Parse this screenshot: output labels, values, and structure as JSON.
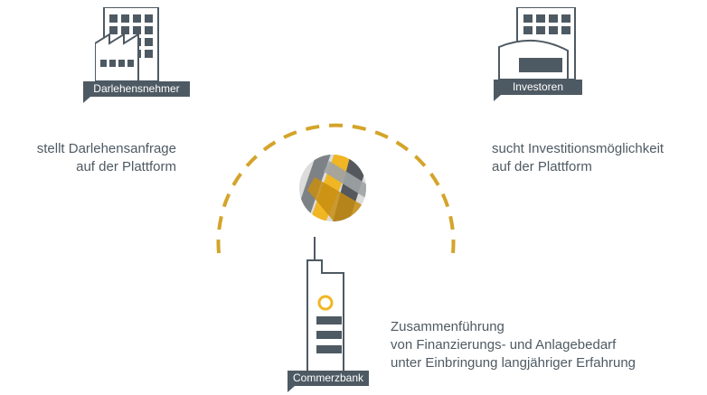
{
  "nodes": {
    "borrower": {
      "label": "Darlehensnehmer",
      "description": [
        "stellt Darlehensanfrage",
        "auf der Plattform"
      ]
    },
    "investor": {
      "label": "Investoren",
      "description": [
        "sucht Investitionsmöglichkeit",
        "auf der Plattform"
      ]
    },
    "bank": {
      "label": "Commerzbank",
      "description": [
        "Zusammenführung",
        "von Finanzierungs- und Anlagebedarf",
        "unter Einbringung langjähriger Erfahrung"
      ]
    }
  },
  "colors": {
    "dash": "#d4a42a",
    "slate": "#4e5a63",
    "gold": "#f0b623",
    "grey": "#6f7478",
    "light": "#dcdcdc"
  },
  "icons": {
    "borrower": "factory-building-icon",
    "investor": "office-building-icon",
    "bank": "commerzbank-tower-icon",
    "platform": "platform-logo-icon"
  }
}
